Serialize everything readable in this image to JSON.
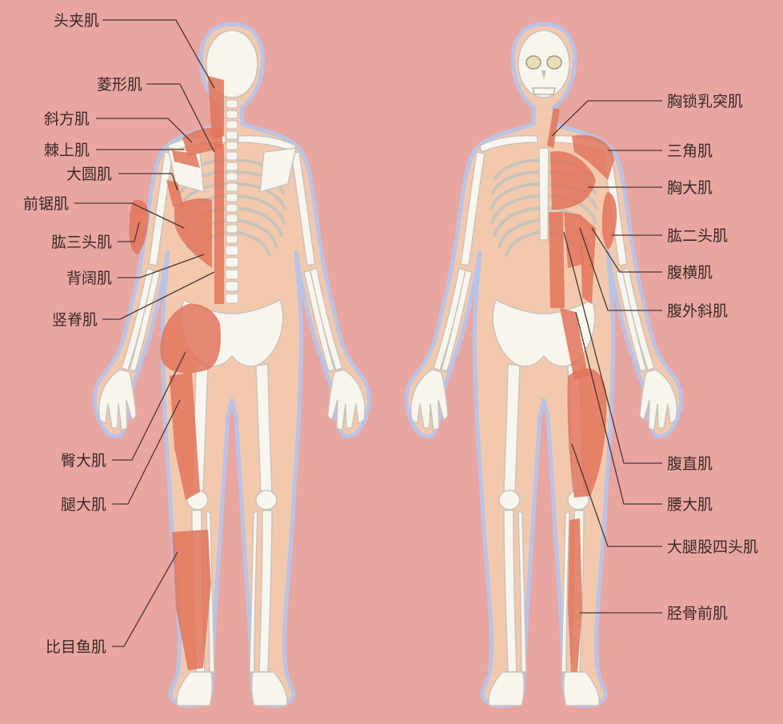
{
  "colors": {
    "background": "#e9a6a1",
    "body_silhouette": "#f3c9ae",
    "body_outline": "#b9c3e6",
    "bone": "#f8f5ef",
    "bone_stroke": "#c9c3bb",
    "muscle": "#e0745a",
    "leader_line": "#4a3634",
    "label_text": "#3a2a28"
  },
  "back_view": {
    "labels": [
      {
        "id": "splenius-capitis",
        "text": "头夹肌"
      },
      {
        "id": "rhomboid",
        "text": "菱形肌"
      },
      {
        "id": "trapezius",
        "text": "斜方肌"
      },
      {
        "id": "supraspinatus",
        "text": "棘上肌"
      },
      {
        "id": "teres-major",
        "text": "大圆肌"
      },
      {
        "id": "serratus-anterior",
        "text": "前锯肌"
      },
      {
        "id": "triceps",
        "text": "肱三头肌"
      },
      {
        "id": "latissimus-dorsi",
        "text": "背阔肌"
      },
      {
        "id": "erector-spinae",
        "text": "竖脊肌"
      },
      {
        "id": "gluteus-maximus",
        "text": "臀大肌"
      },
      {
        "id": "hamstrings",
        "text": "腿大肌"
      },
      {
        "id": "soleus",
        "text": "比目鱼肌"
      }
    ]
  },
  "front_view": {
    "labels": [
      {
        "id": "sternocleidomastoid",
        "text": "胸锁乳突肌"
      },
      {
        "id": "deltoid",
        "text": "三角肌"
      },
      {
        "id": "pectoralis-major",
        "text": "胸大肌"
      },
      {
        "id": "biceps",
        "text": "肱二头肌"
      },
      {
        "id": "transversus-abdominis",
        "text": "腹横肌"
      },
      {
        "id": "external-oblique",
        "text": "腹外斜肌"
      },
      {
        "id": "rectus-abdominis",
        "text": "腹直肌"
      },
      {
        "id": "psoas-major",
        "text": "腰大肌"
      },
      {
        "id": "quadriceps",
        "text": "大腿股四头肌"
      },
      {
        "id": "tibialis-anterior",
        "text": "胫骨前肌"
      }
    ]
  }
}
